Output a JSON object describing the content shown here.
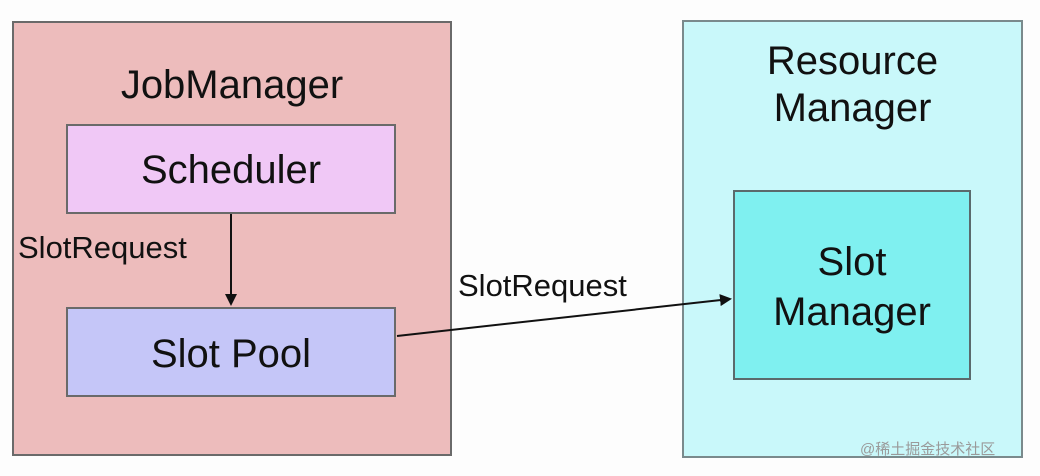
{
  "nodes": {
    "jobmanager": "JobManager",
    "scheduler": "Scheduler",
    "slot_pool": "Slot Pool",
    "resource_manager": "Resource\nManager",
    "slot_manager": "Slot\nManager"
  },
  "edges": {
    "scheduler_to_slotpool": "SlotRequest",
    "slotpool_to_slotmanager": "SlotRequest"
  },
  "colors": {
    "jobmanager_fill": "#edbcbc",
    "scheduler_fill": "#f0c8f6",
    "slot_pool_fill": "#c5c6f8",
    "resource_manager_fill": "#c9f8fa",
    "slot_manager_fill": "#7ff0f0"
  },
  "watermark": "@稀土掘金技术社区"
}
